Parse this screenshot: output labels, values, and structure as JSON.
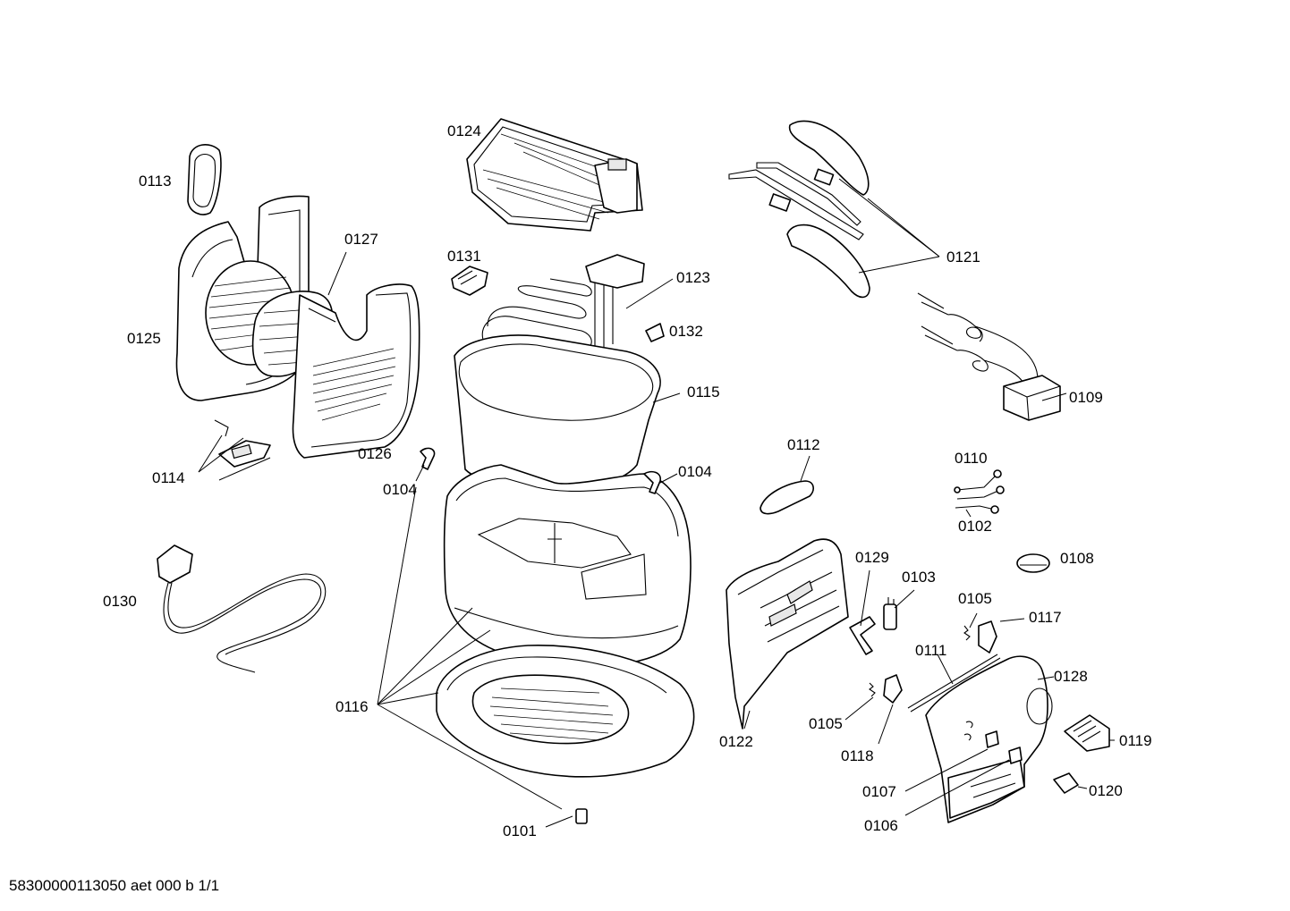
{
  "diagram": {
    "parts": [
      {
        "id": "p0101",
        "label": "0101"
      },
      {
        "id": "p0102",
        "label": "0102"
      },
      {
        "id": "p0103",
        "label": "0103"
      },
      {
        "id": "p0104a",
        "label": "0104"
      },
      {
        "id": "p0104b",
        "label": "0104"
      },
      {
        "id": "p0105a",
        "label": "0105"
      },
      {
        "id": "p0105b",
        "label": "0105"
      },
      {
        "id": "p0106",
        "label": "0106"
      },
      {
        "id": "p0107",
        "label": "0107"
      },
      {
        "id": "p0108",
        "label": "0108"
      },
      {
        "id": "p0109",
        "label": "0109"
      },
      {
        "id": "p0110",
        "label": "0110"
      },
      {
        "id": "p0111",
        "label": "0111"
      },
      {
        "id": "p0112",
        "label": "0112"
      },
      {
        "id": "p0113",
        "label": "0113"
      },
      {
        "id": "p0114",
        "label": "0114"
      },
      {
        "id": "p0115",
        "label": "0115"
      },
      {
        "id": "p0116",
        "label": "0116"
      },
      {
        "id": "p0117",
        "label": "0117"
      },
      {
        "id": "p0118",
        "label": "0118"
      },
      {
        "id": "p0119",
        "label": "0119"
      },
      {
        "id": "p0120",
        "label": "0120"
      },
      {
        "id": "p0121",
        "label": "0121"
      },
      {
        "id": "p0122",
        "label": "0122"
      },
      {
        "id": "p0123",
        "label": "0123"
      },
      {
        "id": "p0124",
        "label": "0124"
      },
      {
        "id": "p0125",
        "label": "0125"
      },
      {
        "id": "p0126",
        "label": "0126"
      },
      {
        "id": "p0127",
        "label": "0127"
      },
      {
        "id": "p0128",
        "label": "0128"
      },
      {
        "id": "p0129",
        "label": "0129"
      },
      {
        "id": "p0130",
        "label": "0130"
      },
      {
        "id": "p0131",
        "label": "0131"
      },
      {
        "id": "p0132",
        "label": "0132"
      }
    ],
    "footer": "58300000113050 aet 000 b 1/1"
  }
}
